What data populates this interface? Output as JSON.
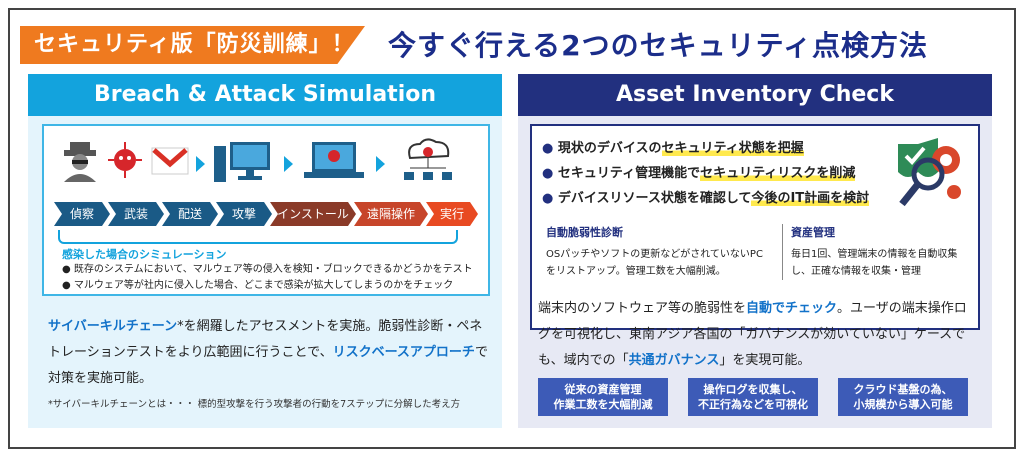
{
  "header": {
    "badge": "セキュリティ版「防災訓練」！",
    "title": "今すぐ行える2つのセキュリティ点検方法"
  },
  "left": {
    "heading": "Breach & Attack Simulation",
    "icons": [
      "spy-icon",
      "virus-icon",
      "mail-icon",
      "desktop-pc-icon",
      "laptop-skull-icon",
      "cloud-network-icon"
    ],
    "steps": [
      {
        "label": "偵察",
        "color": "#1a5a86"
      },
      {
        "label": "武装",
        "color": "#1a5a86"
      },
      {
        "label": "配送",
        "color": "#1a5a86"
      },
      {
        "label": "攻撃",
        "color": "#1a5a86"
      },
      {
        "label": "インストール",
        "color": "#8a3a28"
      },
      {
        "label": "遠隔操作",
        "color": "#c7452a"
      },
      {
        "label": "実行",
        "color": "#e84a22"
      }
    ],
    "sim_title": "感染した場合のシミュレーション",
    "sim_items": [
      "既存のシステムにおいて、マルウェア等の侵入を検知・ブロックできるかどうかをテスト",
      "マルウェア等が社内に侵入した場合、どこまで感染が拡大してしまうのかをチェック"
    ],
    "text": {
      "p1": "サイバーキルチェーン",
      "p2": "*を網羅したアセスメントを実施。脆弱性診断・ペネトレーションテストをより広範囲に行うことで、",
      "p3": "リスクベースアプローチ",
      "p4": "で対策を実施可能。"
    },
    "note": "*サイバーキルチェーンとは・・・ 標的型攻撃を行う攻撃者の行動を7ステップに分解した考え方"
  },
  "right": {
    "heading": "Asset Inventory Check",
    "bullets": [
      {
        "pre": "現状のデバイスの",
        "hl": "セキュリティ状態を把握",
        "post": ""
      },
      {
        "pre": "セキュリティ管理機能で",
        "hl": "セキュリティリスクを削減",
        "post": ""
      },
      {
        "pre": "デバイスリソース状態を確認して",
        "hl": "今後のIT計画を検討",
        "post": ""
      }
    ],
    "sub1": {
      "title": "自動脆弱性診断",
      "desc": "OSパッチやソフトの更新などがされていないPCをリストアップ。管理工数を大幅削減。"
    },
    "sub2": {
      "title": "資産管理",
      "desc": "毎日1回、管理端末の情報を自動収集し、正確な情報を収集・管理"
    },
    "text": {
      "p1": "端末内のソフトウェア等の脆弱性を",
      "p2": "自動でチェック",
      "p3": "。ユーザの端末操作ログを可視化し、東南アジア各国の「ガバナンスが効いていない」ケースでも、域内での「",
      "p4": "共通ガバナンス",
      "p5": "」を実現可能。"
    },
    "pills": [
      {
        "l1": "従来の資産管理",
        "l2": "作業工数を大幅削減"
      },
      {
        "l1": "操作ログを収集し、",
        "l2": "不正行為などを可視化"
      },
      {
        "l1": "クラウド基盤の為、",
        "l2": "小規模から導入可能"
      }
    ]
  }
}
